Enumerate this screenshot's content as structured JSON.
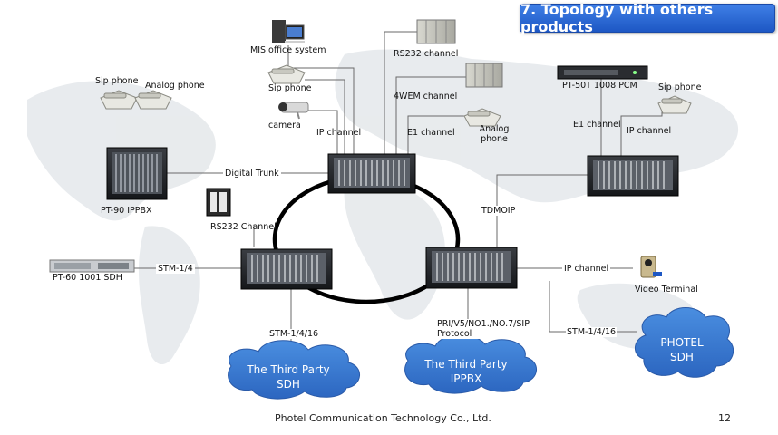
{
  "slide": {
    "title": "7. Topology with others products",
    "footer": "Photel Communication  Technology Co., Ltd.",
    "page_number": "12"
  },
  "devices": {
    "mis": "MIS office system",
    "sip_phone_top": "Sip phone",
    "camera": "camera",
    "rs232_top": "RS232 channel",
    "wem": "4WEM channel",
    "analog_phone_mid": "Analog phone",
    "pbx_left": "PT-90 IPPBX",
    "sip_phone_left": "Sip phone",
    "analog_phone_left": "Analog phone",
    "pcm": "PT-50T 1008 PCM",
    "sip_phone_right": "Sip phone",
    "rs232_mid": "RS232 Channel",
    "sdh_box": "PT-60 1001 SDH",
    "video_terminal": "Video Terminal"
  },
  "links": {
    "ip_channel_top": "IP channel",
    "e1_channel_top": "E1 channel",
    "digital_trunk": "Digital Trunk",
    "e1_channel_right": "E1 channel",
    "ip_channel_right": "IP channel",
    "tdmoip": "TDMOIP",
    "stm_14": "STM-1/4",
    "ip_channel_bottom": "IP channel",
    "stm_1416_left": "STM-1/4/16",
    "protocol": "PRI/V5/NO1./NO.7/SIP Protocol",
    "stm_1416_right": "STM-1/4/16"
  },
  "clouds": {
    "third_sdh": "The Third Party SDH",
    "third_ippbx": "The Third Party  IPPBX",
    "photel_sdh": "PHOTEL SDH"
  }
}
